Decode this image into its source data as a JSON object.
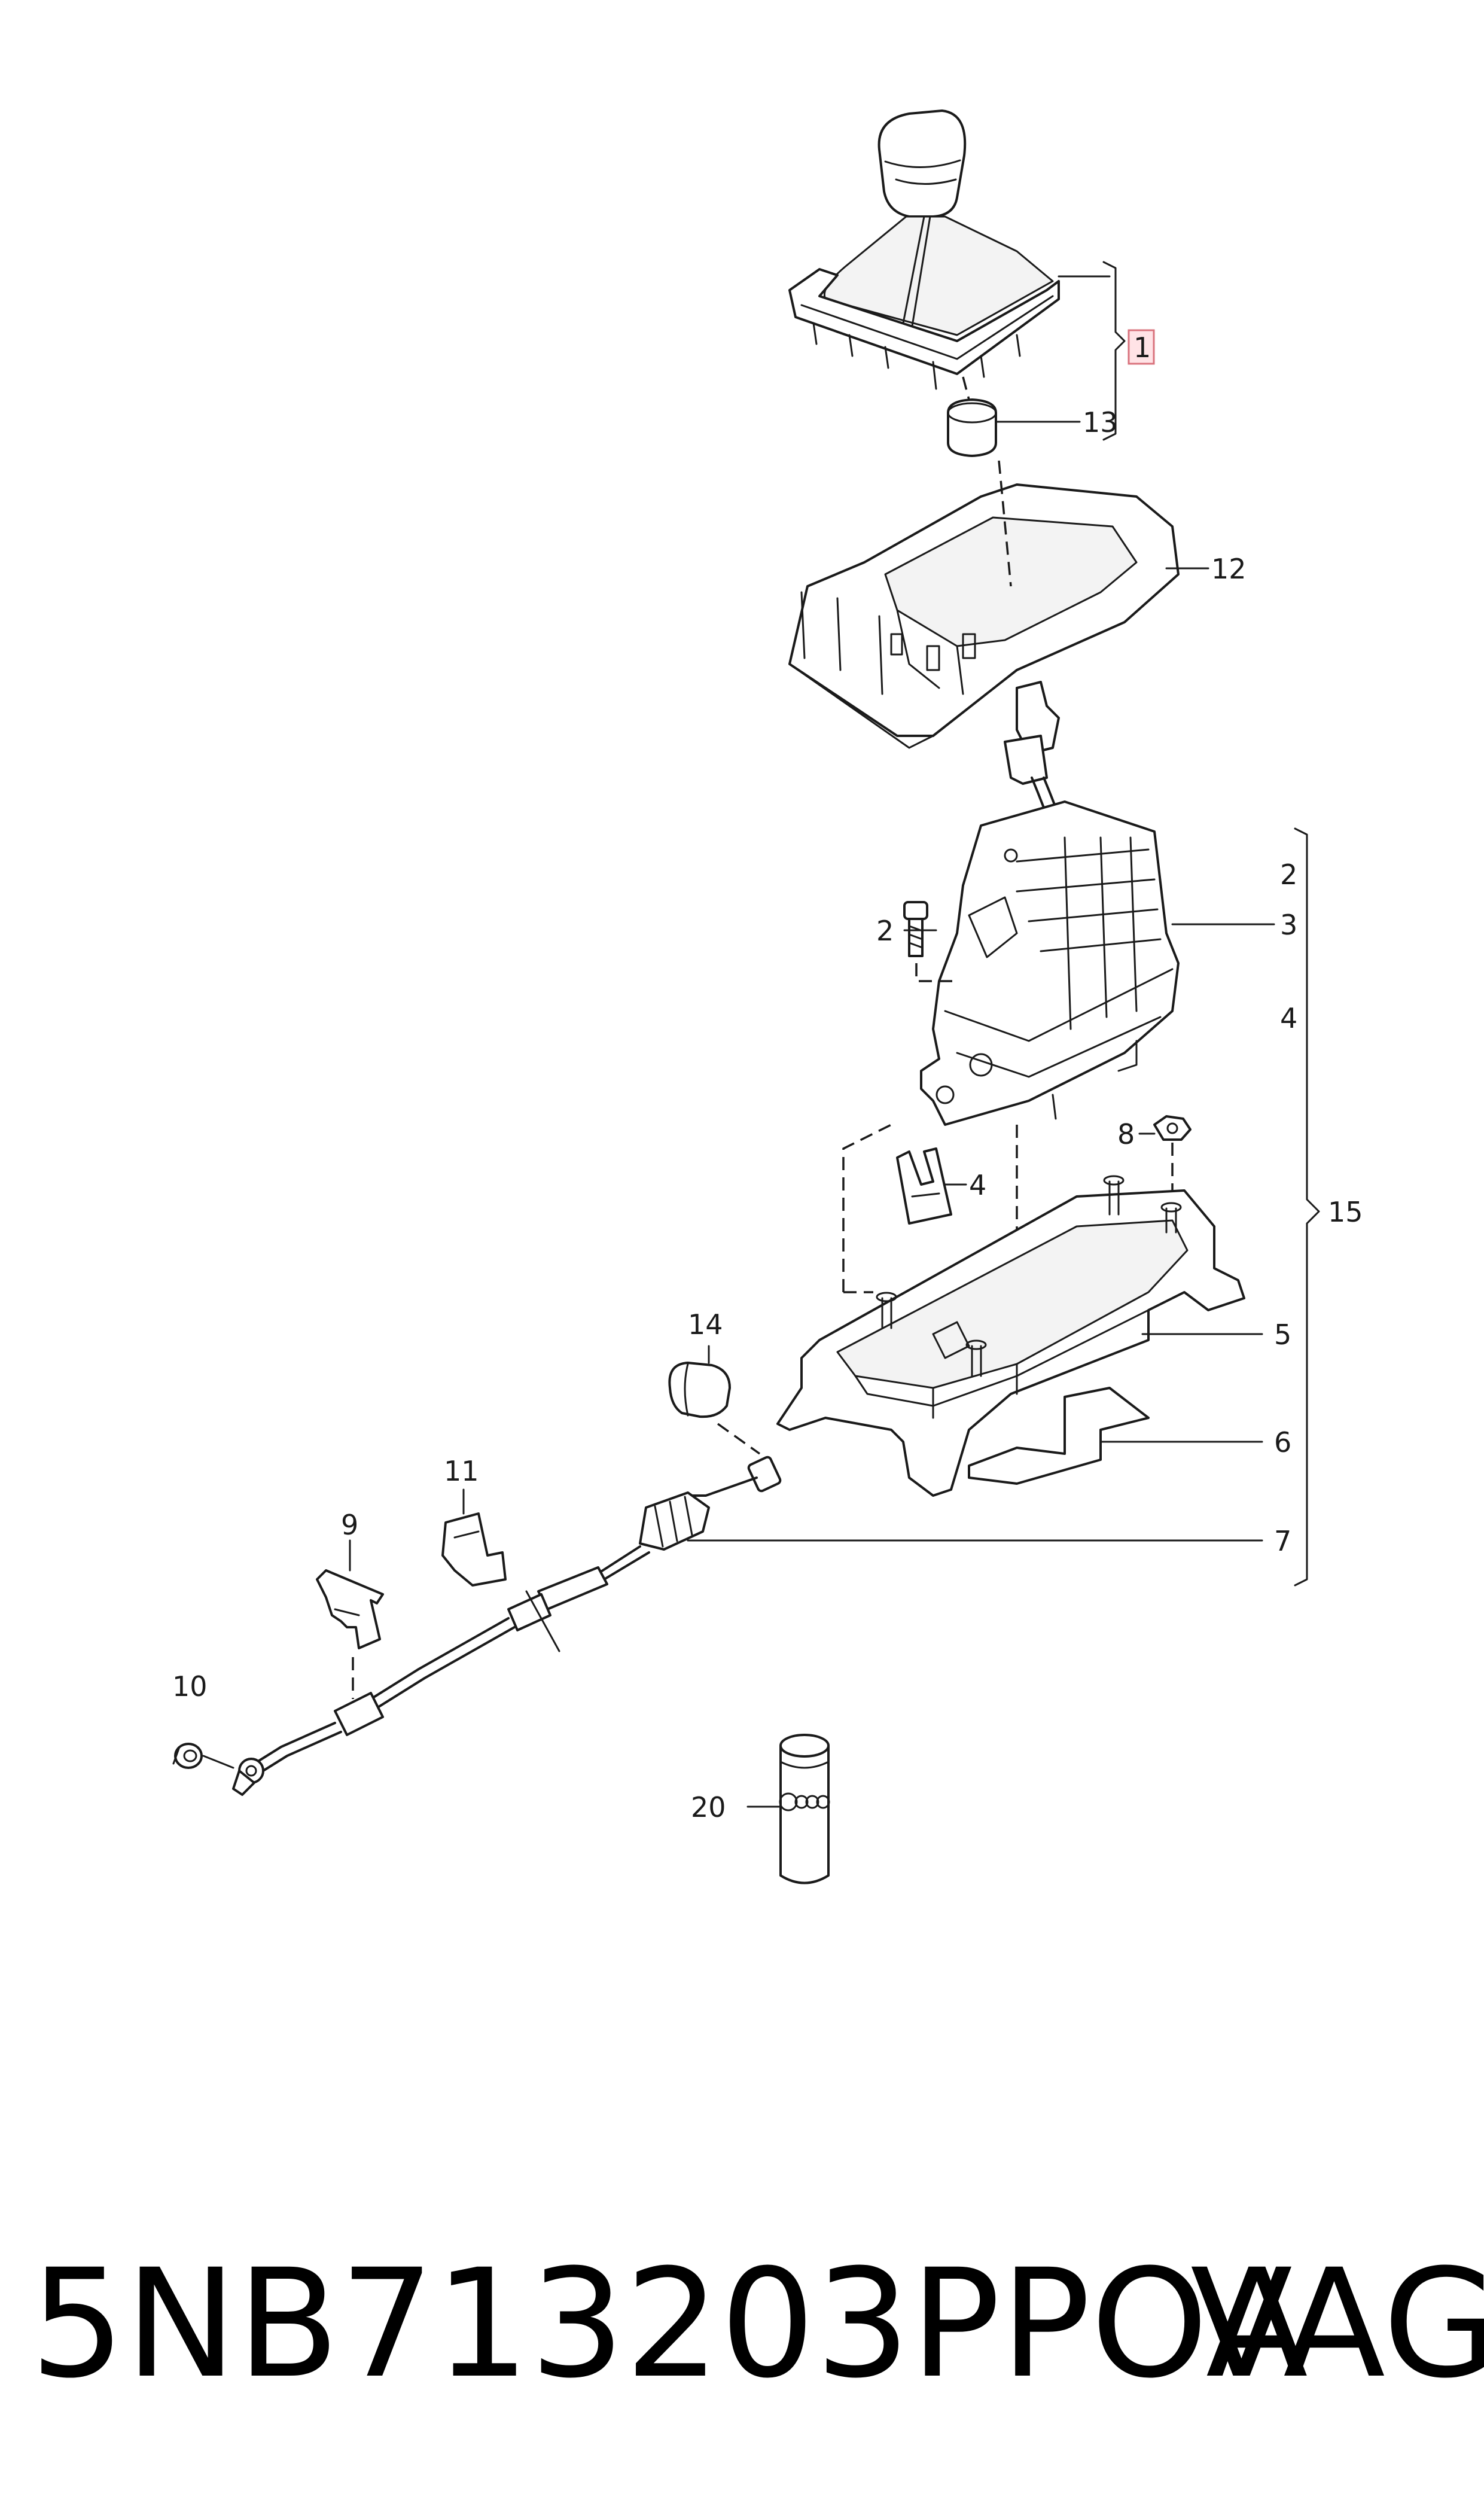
{
  "callouts": {
    "c1": "1",
    "c13": "13",
    "c12": "12",
    "c2a": "2",
    "c3": "3",
    "c4a": "4",
    "c2b": "2",
    "c8": "8",
    "c4b": "4",
    "c15": "15",
    "c14": "14",
    "c5": "5",
    "c6": "6",
    "c11": "11",
    "c9": "9",
    "c7": "7",
    "c10": "10",
    "c20": "20"
  },
  "footer": {
    "part_number": "5NB713203PPOA",
    "brand": "VAG"
  },
  "colors": {
    "line": "#1a1a1a",
    "highlight_fill": "#ffe3e6",
    "highlight_stroke": "#d9737d"
  }
}
